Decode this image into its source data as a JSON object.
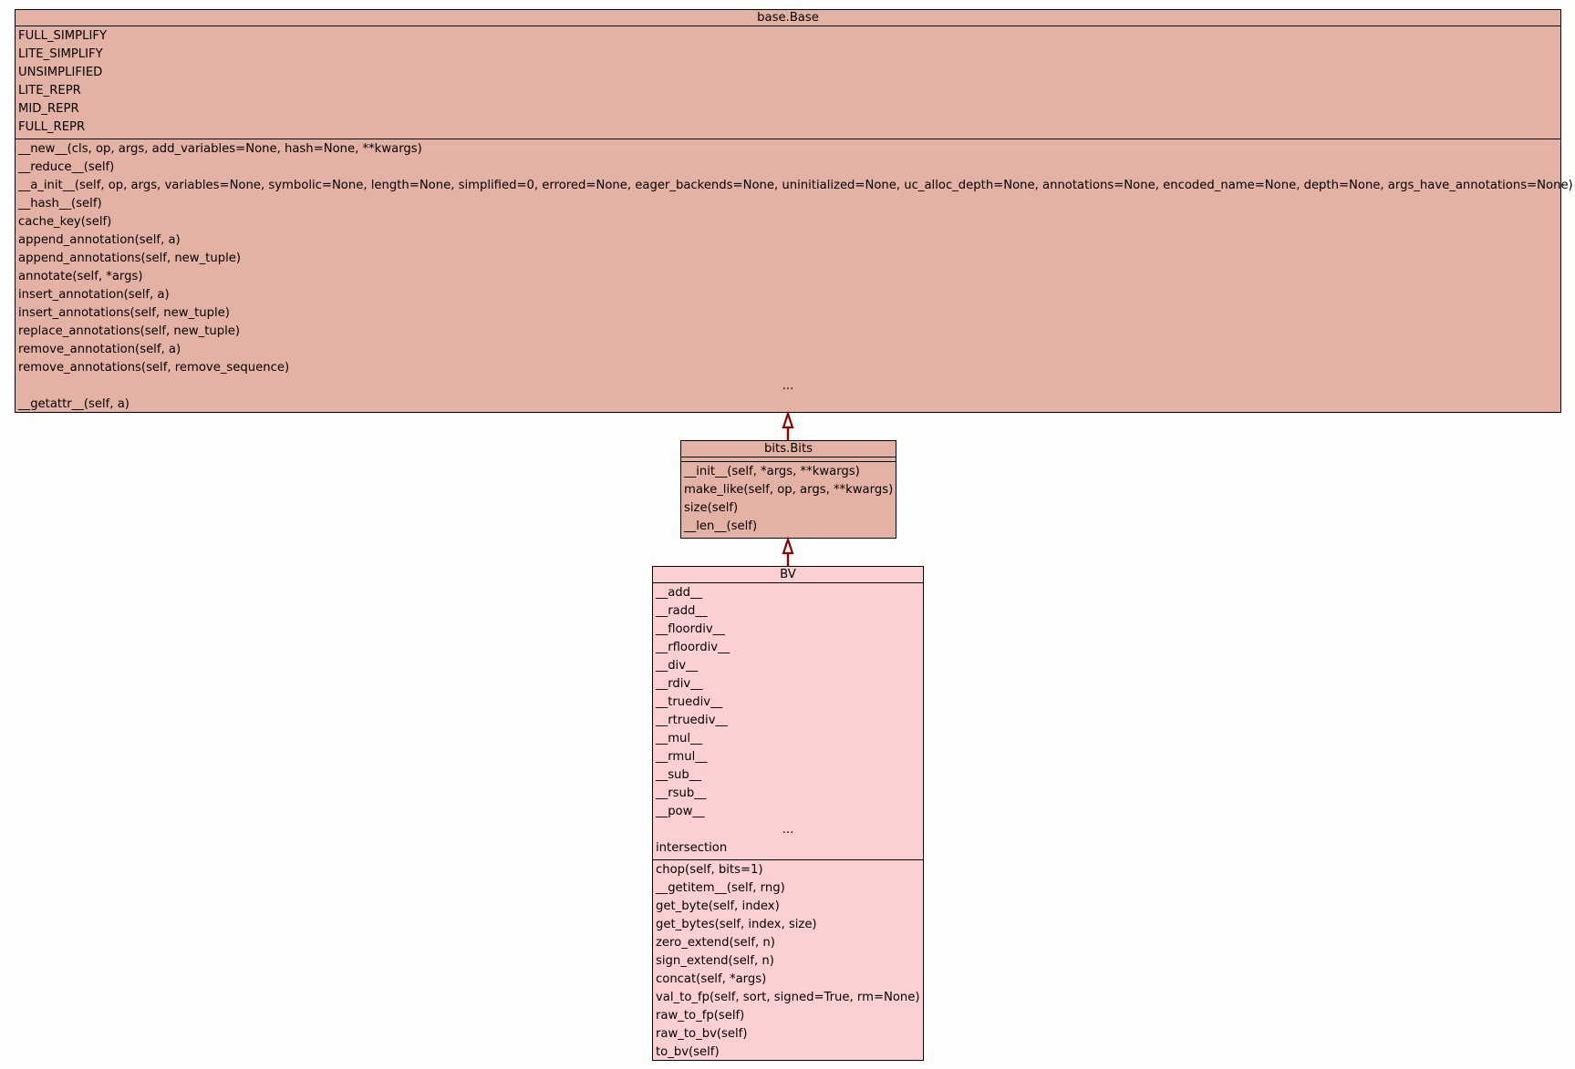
{
  "classes": {
    "base": {
      "title": "base.Base",
      "attributes": [
        "FULL_SIMPLIFY",
        "LITE_SIMPLIFY",
        "UNSIMPLIFIED",
        "LITE_REPR",
        "MID_REPR",
        "FULL_REPR"
      ],
      "methods": [
        "__new__(cls, op, args, add_variables=None, hash=None, **kwargs)",
        "__reduce__(self)",
        "__a_init__(self, op, args, variables=None, symbolic=None, length=None, simplified=0, errored=None, eager_backends=None, uninitialized=None, uc_alloc_depth=None, annotations=None, encoded_name=None, depth=None, args_have_annotations=None)",
        "__hash__(self)",
        "cache_key(self)",
        "append_annotation(self, a)",
        "append_annotations(self, new_tuple)",
        "annotate(self, *args)",
        "insert_annotation(self, a)",
        "insert_annotations(self, new_tuple)",
        "replace_annotations(self, new_tuple)",
        "remove_annotation(self, a)",
        "remove_annotations(self, remove_sequence)",
        "...",
        "__getattr__(self, a)"
      ]
    },
    "bits": {
      "title": "bits.Bits",
      "attributes": [],
      "methods": [
        "__init__(self, *args, **kwargs)",
        "make_like(self, op, args, **kwargs)",
        "size(self)",
        "__len__(self)"
      ]
    },
    "bv": {
      "title": "BV",
      "attributes": [
        "__add__",
        "__radd__",
        "__floordiv__",
        "__rfloordiv__",
        "__div__",
        "__rdiv__",
        "__truediv__",
        "__rtruediv__",
        "__mul__",
        "__rmul__",
        "__sub__",
        "__rsub__",
        "__pow__",
        "...",
        "intersection"
      ],
      "methods": [
        "chop(self, bits=1)",
        "__getitem__(self, rng)",
        "get_byte(self, index)",
        "get_bytes(self, index, size)",
        "zero_extend(self, n)",
        "sign_extend(self, n)",
        "concat(self, *args)",
        "val_to_fp(self, sort, signed=True, rm=None)",
        "raw_to_fp(self)",
        "raw_to_bv(self)",
        "to_bv(self)"
      ]
    }
  },
  "colors": {
    "parent_fill": "#e3b2a5",
    "child_fill": "#fcd0d2",
    "inheritance_edge": "#8b0000"
  },
  "edges": [
    {
      "from": "bits",
      "to": "base",
      "kind": "inheritance"
    },
    {
      "from": "bv",
      "to": "bits",
      "kind": "inheritance"
    }
  ]
}
